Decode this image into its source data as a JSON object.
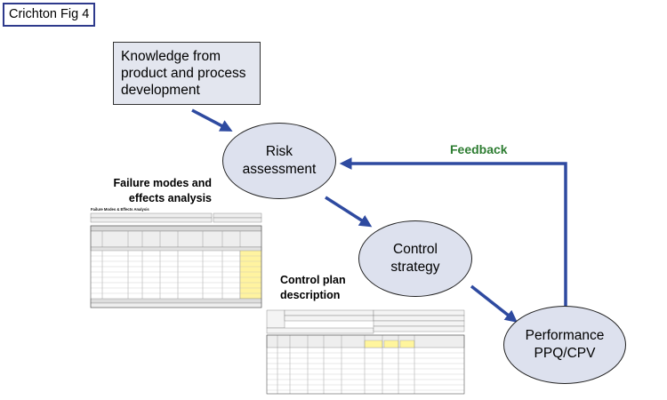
{
  "figure_label": "Crichton Fig 4",
  "knowledge_box": "Knowledge from\nproduct and process\ndevelopment",
  "nodes": {
    "risk_assessment": "Risk\nassessment",
    "control_strategy": "Control\nstrategy",
    "performance": "Performance\nPPQ/CPV"
  },
  "captions": {
    "fmea": "Failure modes and\neffects analysis",
    "control_plan": "Control plan\ndescription"
  },
  "feedback_label": "Feedback",
  "fmea_thumbnail": {
    "title": "Failure Modes & Effects Analysis"
  },
  "colors": {
    "arrow": "#2e4aa0",
    "feedback_text": "#2e7d32",
    "ellipse_fill": "#dde1ee",
    "box_fill": "#e3e6ef",
    "highlight_yellow": "#fff59d"
  }
}
